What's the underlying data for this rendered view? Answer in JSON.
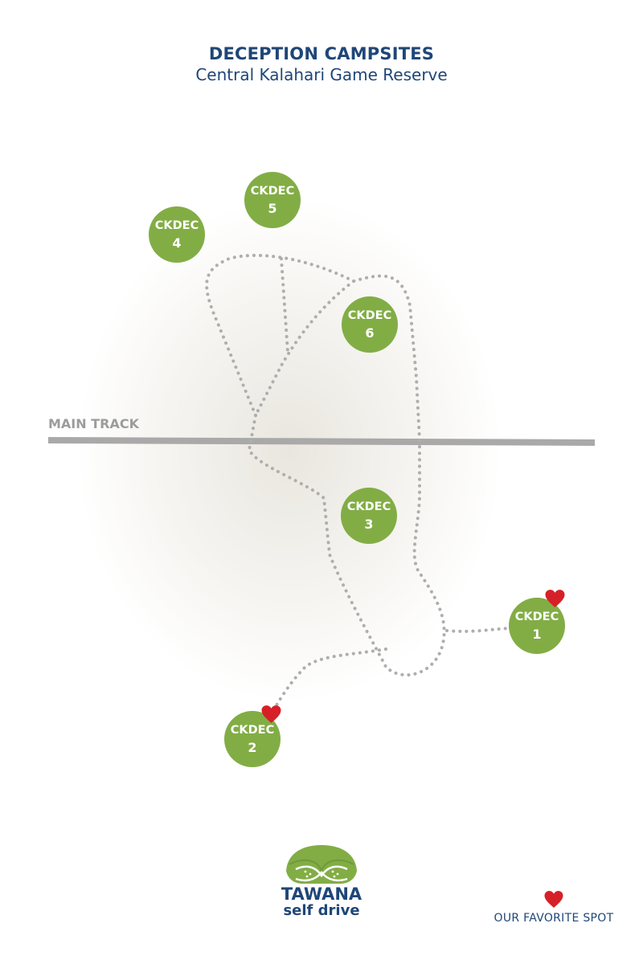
{
  "header": {
    "title": "DECEPTION CAMPSITES",
    "subtitle": "Central Kalahari Game Reserve"
  },
  "map": {
    "main_track_label": "MAIN TRACK",
    "campsites": [
      {
        "code": "CKDEC",
        "number": "1",
        "favorite": true
      },
      {
        "code": "CKDEC",
        "number": "2",
        "favorite": true
      },
      {
        "code": "CKDEC",
        "number": "3",
        "favorite": false
      },
      {
        "code": "CKDEC",
        "number": "4",
        "favorite": false
      },
      {
        "code": "CKDEC",
        "number": "5",
        "favorite": false
      },
      {
        "code": "CKDEC",
        "number": "6",
        "favorite": false
      }
    ],
    "colors": {
      "campsite": "#82ad45",
      "track": "#a9a9a9",
      "trail": "#aeaeae",
      "heart": "#d62027",
      "text": "#1f4678"
    }
  },
  "logo": {
    "name": "TAWANA",
    "tagline": "self drive"
  },
  "legend": {
    "icon": "heart-icon",
    "label": "OUR FAVORITE SPOT"
  }
}
